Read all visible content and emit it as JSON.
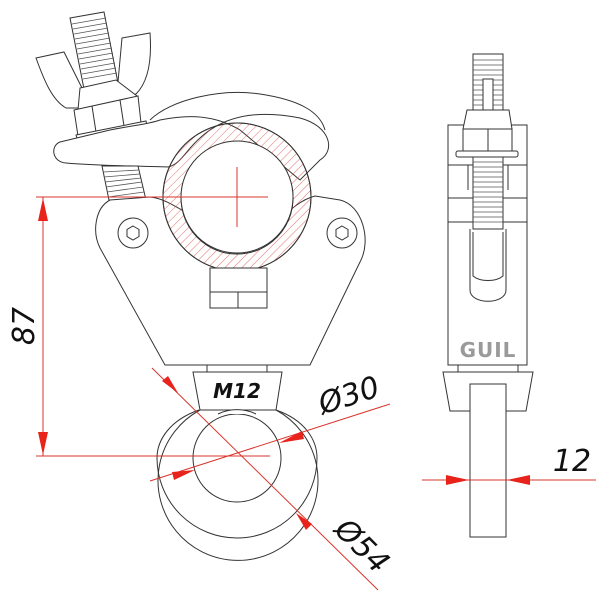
{
  "drawing": {
    "subject": "half-coupler clamp with eye bolt",
    "colors": {
      "line": "#333333",
      "dimension": "#d9342b",
      "arrow": "#e8231b",
      "hatch": "#d9342b",
      "logo": "#9a9a9a",
      "background": "#ffffff"
    }
  },
  "dimensions": {
    "height": {
      "label": "87",
      "value": 87,
      "orientation": "vertical"
    },
    "inner_diameter": {
      "label": "Ø30",
      "value": 30
    },
    "outer_diameter": {
      "label": "Ø54",
      "value": 54
    },
    "bolt_width": {
      "label": "12",
      "value": 12
    }
  },
  "labels": {
    "thread": "M12",
    "brand": "GUIL"
  },
  "views": [
    {
      "name": "front-view"
    },
    {
      "name": "side-view"
    }
  ]
}
